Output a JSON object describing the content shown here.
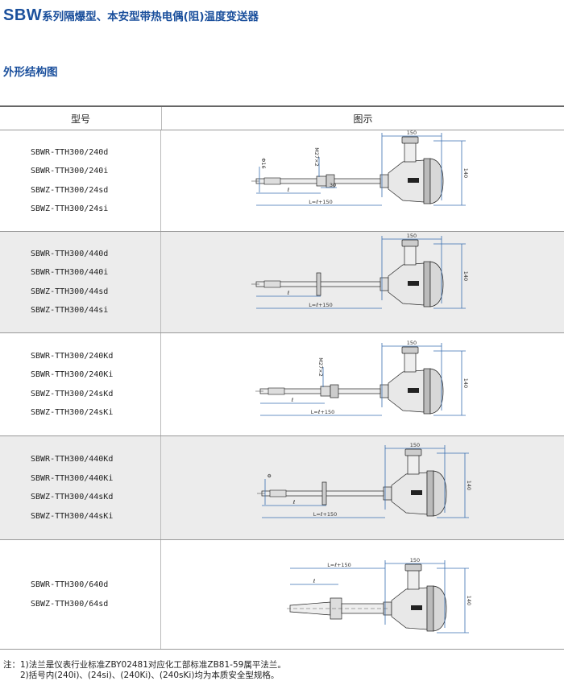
{
  "title": {
    "brand": "SBW",
    "rest": "系列隔爆型、本安型带热电偶(阻)温度变送器"
  },
  "section": "外形结构图",
  "table": {
    "headers": [
      "型号",
      "图示"
    ],
    "rows": [
      {
        "models": [
          "SBWR-TTH300/240d",
          "SBWR-TTH300/240i",
          "SBWZ-TTH300/24sd",
          "SBWZ-TTH300/24si"
        ],
        "kind": "thread",
        "labels": {
          "width": "150",
          "height": "140",
          "thread": "M27×2",
          "nut": "30",
          "len": "ℓ",
          "total": "L=ℓ+150",
          "dia": "Φ16"
        }
      },
      {
        "models": [
          "SBWR-TTH300/440d",
          "SBWR-TTH300/440i",
          "SBWZ-TTH300/44sd",
          "SBWZ-TTH300/44si"
        ],
        "kind": "flange",
        "labels": {
          "width": "150",
          "height": "140",
          "len": "ℓ",
          "total": "L=ℓ+150"
        }
      },
      {
        "models": [
          "SBWR-TTH300/240Kd",
          "SBWR-TTH300/240Ki",
          "SBWZ-TTH300/24sKd",
          "SBWZ-TTH300/24sKi"
        ],
        "kind": "thread",
        "labels": {
          "width": "150",
          "height": "140",
          "thread": "M27×2",
          "len": "ℓ",
          "total": "L=ℓ+150"
        }
      },
      {
        "models": [
          "SBWR-TTH300/440Kd",
          "SBWR-TTH300/440Ki",
          "SBWZ-TTH300/44sKd",
          "SBWZ-TTH300/44sKi"
        ],
        "kind": "flange",
        "labels": {
          "width": "150",
          "height": "140",
          "len": "ℓ",
          "total": "L=ℓ+150",
          "dia": "Φ"
        }
      },
      {
        "models": [
          "SBWR-TTH300/640d",
          "SBWZ-TTH300/64sd"
        ],
        "kind": "cone",
        "labels": {
          "width": "150",
          "height": "140",
          "len": "ℓ",
          "total": "L=ℓ+150"
        }
      }
    ]
  },
  "notes": [
    "注：1)法兰是仪表行业标准ZBY02481对应化工部标准ZB81-59属平法兰。",
    "2)括号内(240i)、(24si)、(240Ki)、(240sKi)均为本质安全型规格。"
  ],
  "colors": {
    "title": "#1a4f9c",
    "dim": "#3a6fb0"
  }
}
